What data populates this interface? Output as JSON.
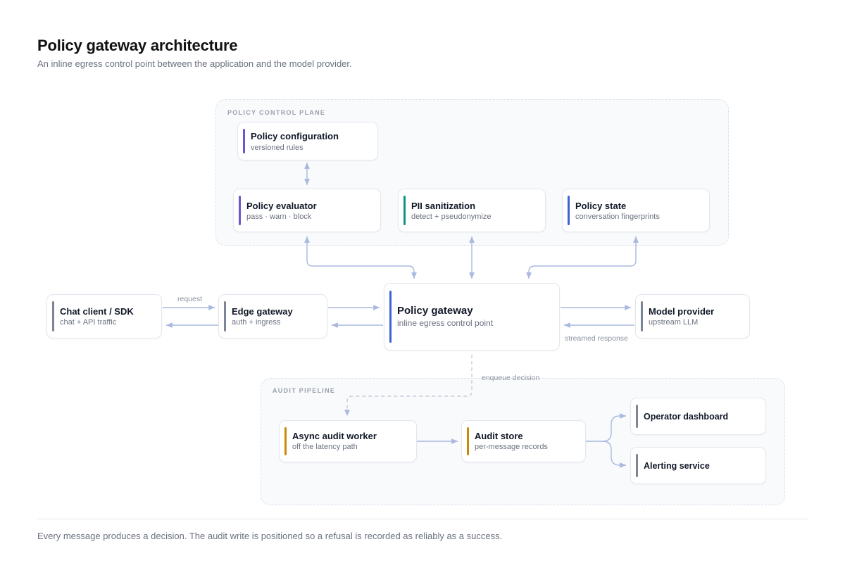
{
  "header": {
    "title": "Policy gateway architecture",
    "subtitle": "An inline egress control point between the application and the model provider."
  },
  "regions": {
    "control_plane": "POLICY CONTROL PLANE",
    "audit_pipeline": "AUDIT PIPELINE"
  },
  "nodes": {
    "policy_config": {
      "title": "Policy configuration",
      "sub": "versioned rules"
    },
    "policy_evaluator": {
      "title": "Policy evaluator",
      "sub": "pass · warn · block"
    },
    "pii": {
      "title": "PII sanitization",
      "sub": "detect + pseudonymize"
    },
    "policy_state": {
      "title": "Policy state",
      "sub": "conversation fingerprints"
    },
    "chat_client": {
      "title": "Chat client / SDK",
      "sub": "chat + API traffic"
    },
    "edge_gateway": {
      "title": "Edge gateway",
      "sub": "auth + ingress"
    },
    "policy_gateway": {
      "title": "Policy gateway",
      "sub": "inline egress control point"
    },
    "model_provider": {
      "title": "Model provider",
      "sub": "upstream LLM"
    },
    "audit_worker": {
      "title": "Async audit worker",
      "sub": "off the latency path"
    },
    "audit_store": {
      "title": "Audit store",
      "sub": "per-message records"
    },
    "operator_dashboard": {
      "title": "Operator dashboard"
    },
    "alerting": {
      "title": "Alerting service"
    }
  },
  "edge_labels": {
    "request": "request",
    "streamed_response": "streamed response",
    "enqueue_decision": "enqueue decision"
  },
  "colors": {
    "purple": "#6e56cf",
    "teal": "#0f9488",
    "blue": "#3b63d6",
    "gray": "#7c8593",
    "amber": "#c98a0a",
    "arrow": "#a9b8df"
  },
  "footer": "Every message produces a decision. The audit write is positioned so a refusal is recorded as reliably as a success."
}
